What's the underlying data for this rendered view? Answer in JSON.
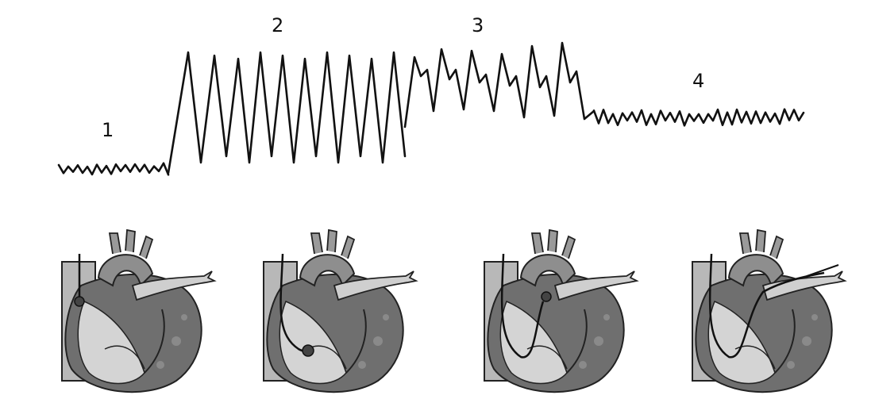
{
  "diagram": {
    "phase_labels": [
      "1",
      "2",
      "3",
      "4"
    ],
    "colors": {
      "trace": "#111111",
      "heart_dark": "#6f6f6f",
      "heart_mid": "#9a9a9a",
      "heart_light": "#d4d4d4",
      "catheter": "#111111"
    },
    "heart_icons": [
      "heart-with-catheter-in-right-atrium-icon",
      "heart-with-catheter-in-right-ventricle-icon",
      "heart-with-catheter-in-pulmonary-artery-icon",
      "heart-with-catheter-wedged-icon"
    ]
  }
}
